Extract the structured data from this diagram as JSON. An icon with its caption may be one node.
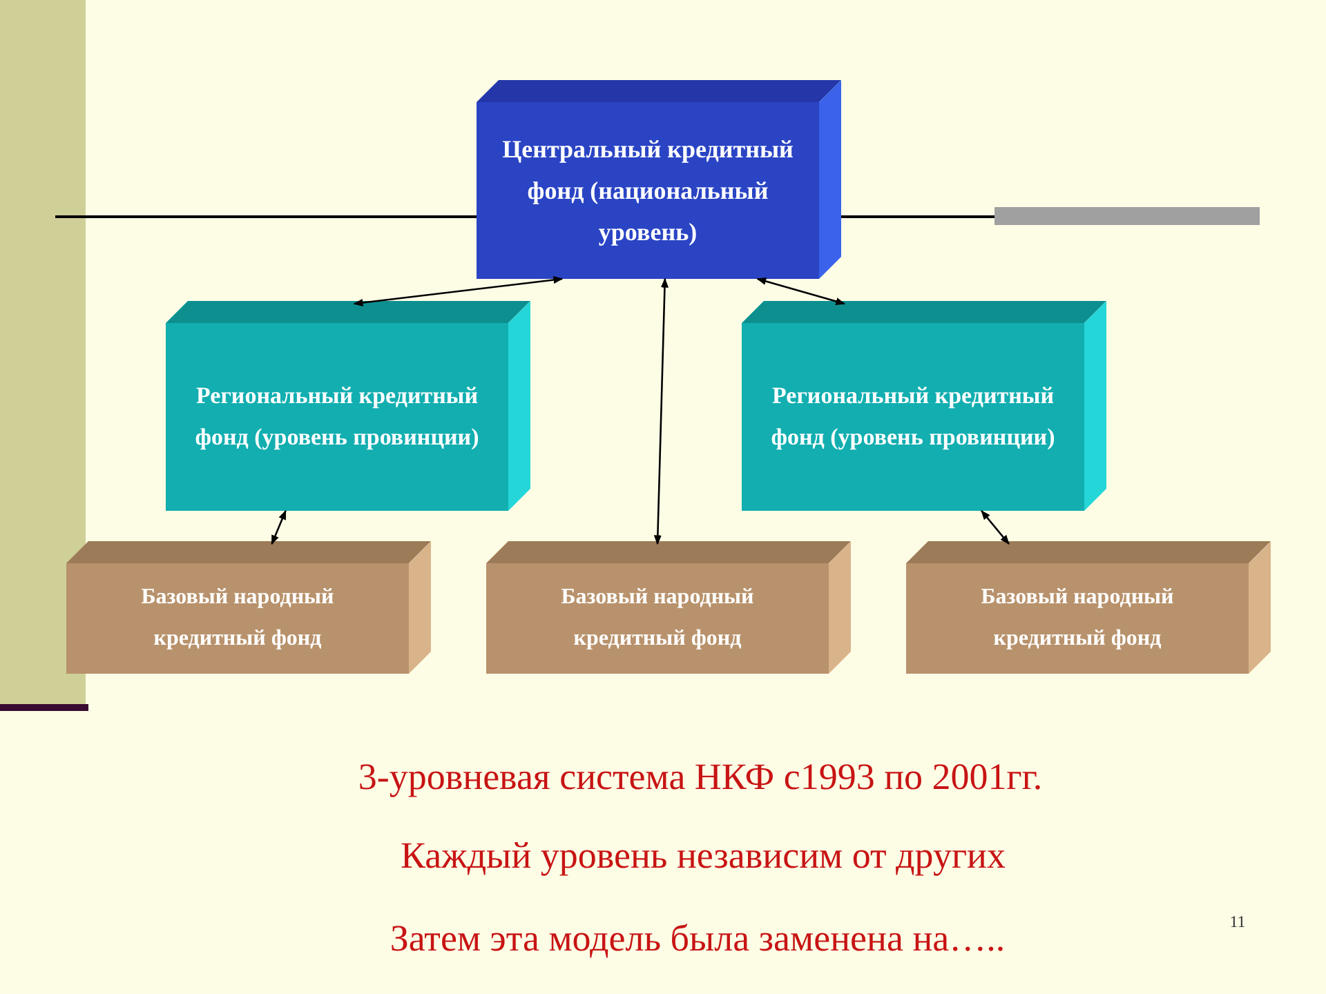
{
  "diagram": {
    "nodes": [
      {
        "text": [
          "Центральный кредитный фонд (национальный уровень)"
        ]
      },
      {
        "text": [
          "Региональный кредитный фонд (уровень провинции)"
        ]
      },
      {
        "text": [
          "Региональный кредитный фонд (уровень провинции)"
        ]
      },
      {
        "text": [
          "Базовый народный кредитный фонд"
        ]
      },
      {
        "text": [
          "Базовый народный кредитный фонд"
        ]
      },
      {
        "text": [
          "Базовый народный кредитный фонд"
        ]
      }
    ],
    "edges": [
      {
        "from": 0,
        "to": 1,
        "arrow": "both"
      },
      {
        "from": 0,
        "to": 2,
        "arrow": "both"
      },
      {
        "from": 0,
        "to": 4,
        "arrow": "both"
      },
      {
        "from": 1,
        "to": 3,
        "arrow": "both"
      },
      {
        "from": 2,
        "to": 5,
        "arrow": "both"
      }
    ],
    "labels": [
      "3-уровневая система НКФ с1993 по 2001гг.",
      "Каждый уровень независим от других",
      "Затем эта модель была заменена на…..",
      "11"
    ]
  }
}
